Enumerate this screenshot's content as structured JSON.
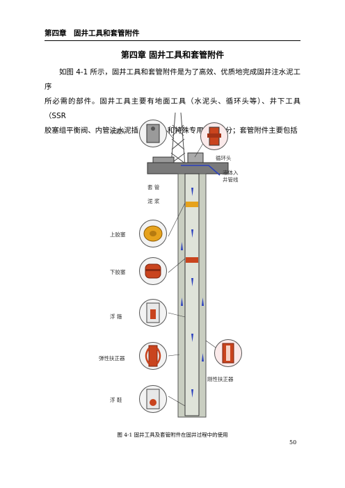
{
  "header": {
    "running_head": "第四章　固井工具和套管附件"
  },
  "chapter_title": "第四章  固井工具和套管附件",
  "body_lines": [
    "如图 4-1 所示，固井工具和套管附件是为了高效、优质地完成固井注水泥工序",
    "所必需的部件。固井工具主要有地面工具（水泥头、循环头等）、井下工具（SSR",
    "胶塞组平衡阀、内管注水泥插入头等）和特殊专用工具之分；套管附件主要包括"
  ],
  "figure": {
    "labels": {
      "cement_head": "水泥头",
      "circulating_head": "循环头",
      "fluid_into_casing": "液体入",
      "fluid_into_casing_2": "井管线",
      "casing": "套  管",
      "slurry": "泥  浆",
      "top_plug": "上胶塞",
      "bottom_plug": "下胶塞",
      "float_collar": "浮  箍",
      "bow_centralizer": "弹性扶正器",
      "rigid_centralizer": "刚性扶正器",
      "float_shoe": "浮  鞋"
    },
    "colors": {
      "rig": "#4a4a4a",
      "well": "#c9cec1",
      "flow": "#2a3fbf",
      "part": "#c9441e",
      "plug_top": "#e6a21c"
    }
  },
  "caption": "图 4-1  固井工具及套管附件在固井过程中的使用",
  "page_number": "50"
}
